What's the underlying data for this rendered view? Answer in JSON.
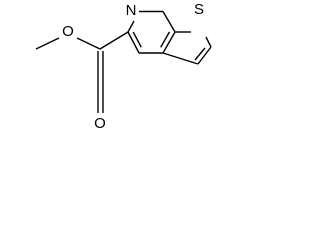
{
  "molecule": {
    "atoms": {
      "S": "S",
      "N": "N",
      "O_carbonyl": "O",
      "O_ester": "O"
    }
  }
}
